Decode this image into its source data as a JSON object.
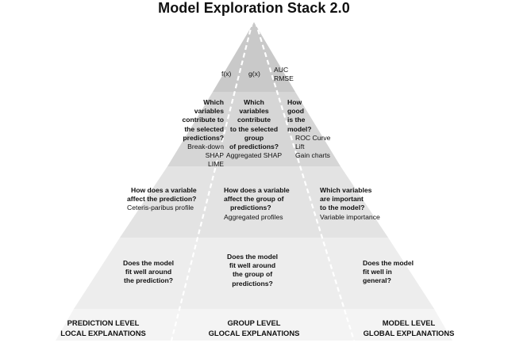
{
  "title": "Model Exploration Stack 2.0",
  "colors": {
    "level1": "#c9c9c9",
    "level2": "#d6d6d6",
    "level3": "#e3e3e3",
    "level4": "#ededed",
    "base": "#f4f4f4",
    "divider": "#ffffff"
  },
  "top": {
    "fx": "f(x)",
    "gx": "g(x)",
    "metrics": [
      "AUC",
      "RMSE"
    ]
  },
  "level2": {
    "left": {
      "question": [
        "Which",
        "variables",
        "contribute to",
        "the selected",
        "predictions?"
      ],
      "methods": [
        "Break-down",
        "SHAP",
        "LIME"
      ]
    },
    "center": {
      "question": [
        "Which",
        "variables",
        "contribute",
        "to the selected",
        "group",
        "of predictions?"
      ],
      "methods": [
        "Aggregated SHAP"
      ]
    },
    "right": {
      "question": [
        "How",
        "good",
        "is the",
        "model?"
      ],
      "methods": [
        "ROC Curve",
        "Lift",
        "Gain charts"
      ]
    }
  },
  "level3": {
    "left": {
      "question": [
        "How does a variable",
        "affect the prediction?"
      ],
      "methods": [
        "Ceteris-paribus profile"
      ]
    },
    "center": {
      "question": [
        "How does a variable",
        "affect the group of",
        "predictions?"
      ],
      "methods": [
        "Aggregated profiles"
      ]
    },
    "right": {
      "question": [
        "Which variables",
        "are important",
        "to the model?"
      ],
      "methods": [
        "Variable importance"
      ]
    }
  },
  "level4": {
    "left": {
      "question": [
        "Does the model",
        "fit well around",
        "the prediction?"
      ]
    },
    "center": {
      "question": [
        "Does the model",
        "fit well around",
        "the group of",
        "predictions?"
      ]
    },
    "right": {
      "question": [
        "Does the model",
        "fit well in",
        "general?"
      ]
    }
  },
  "base": {
    "left": [
      "PREDICTION LEVEL",
      "LOCAL EXPLANATIONS"
    ],
    "center": [
      "GROUP LEVEL",
      "GLOCAL EXPLANATIONS"
    ],
    "right": [
      "MODEL LEVEL",
      "GLOBAL EXPLANATIONS"
    ]
  }
}
